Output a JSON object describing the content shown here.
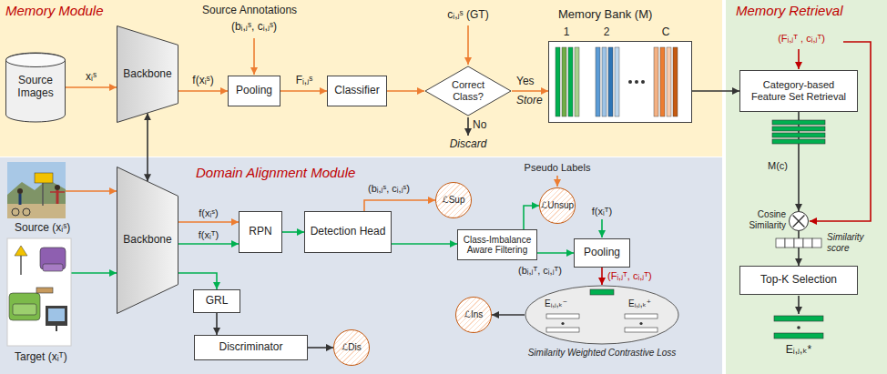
{
  "diagram": {
    "nodes": [
      {
        "text": [
          "Memory Module"
        ]
      },
      {
        "text": [
          "Source Images"
        ],
        "in": 0
      },
      {
        "text": [
          "Backbone"
        ],
        "in": 0
      },
      {
        "text": [
          "Pooling"
        ],
        "in": 0
      },
      {
        "text": [
          "Classifier"
        ],
        "in": 0
      },
      {
        "text": [
          "Correct Class?"
        ],
        "in": 0
      },
      {
        "text": [
          "Memory Bank (M)"
        ],
        "in": 0
      },
      {
        "text": [
          "Domain Alignment Module"
        ]
      },
      {
        "text": [
          "Source (xᵢˢ)"
        ],
        "in": 7
      },
      {
        "text": [
          "Target (xᵢᵀ)"
        ],
        "in": 7
      },
      {
        "text": [
          "Backbone"
        ],
        "in": 7
      },
      {
        "text": [
          "RPN"
        ],
        "in": 7
      },
      {
        "text": [
          "Detection Head"
        ],
        "in": 7
      },
      {
        "text": [
          "ℒSup"
        ],
        "in": 7
      },
      {
        "text": [
          "GRL"
        ],
        "in": 7
      },
      {
        "text": [
          "Discriminator"
        ],
        "in": 7
      },
      {
        "text": [
          "ℒDis"
        ],
        "in": 7
      },
      {
        "text": [
          "Class-Imbalance Aware Filtering"
        ],
        "in": 7
      },
      {
        "text": [
          "ℒUnsup"
        ],
        "in": 7
      },
      {
        "text": [
          "Pooling"
        ],
        "in": 7
      },
      {
        "text": [
          "Similarity Weighted Contrastive Loss"
        ],
        "in": 7
      },
      {
        "text": [
          "ℒIns"
        ],
        "in": 7
      },
      {
        "text": [
          "Memory Retrieval"
        ]
      },
      {
        "text": [
          "Category-based Feature Set Retrieval"
        ],
        "in": 22
      },
      {
        "text": [
          "Cosine Similarity"
        ],
        "in": 22
      },
      {
        "text": [
          "Top-K Selection"
        ],
        "in": 22
      }
    ],
    "edges": [
      {
        "from": 1,
        "to": 2,
        "arrow": "to",
        "label": "xᵢˢ"
      },
      {
        "from": 2,
        "to": 3,
        "arrow": "to",
        "label": "f(xᵢˢ)"
      },
      {
        "from": 3,
        "to": 4,
        "arrow": "to",
        "label": "Fᵢ,ⱼˢ"
      },
      {
        "from": 4,
        "to": 5,
        "arrow": "to"
      },
      {
        "from": 5,
        "to": 6,
        "arrow": "to",
        "label": "Yes"
      },
      {
        "from": 2,
        "to": 10,
        "arrow": "both"
      },
      {
        "from": 6,
        "to": 23,
        "arrow": "to"
      },
      {
        "from": 8,
        "to": 10,
        "arrow": "to"
      },
      {
        "from": 9,
        "to": 10,
        "arrow": "to"
      },
      {
        "from": 10,
        "to": 11,
        "arrow": "to",
        "label": "f(xᵢˢ)"
      },
      {
        "from": 10,
        "to": 11,
        "arrow": "to",
        "label": "f(xᵢᵀ)"
      },
      {
        "from": 11,
        "to": 12,
        "arrow": "to"
      },
      {
        "from": 12,
        "to": 13,
        "arrow": "to",
        "label": "(bᵢ,ⱼˢ, cᵢ,ⱼˢ)"
      },
      {
        "from": 12,
        "to": 17,
        "arrow": "to"
      },
      {
        "from": 10,
        "to": 14,
        "arrow": "to"
      },
      {
        "from": 14,
        "to": 15,
        "arrow": "to"
      },
      {
        "from": 15,
        "to": 16,
        "arrow": "to"
      },
      {
        "from": 17,
        "to": 18,
        "arrow": "to"
      },
      {
        "from": 17,
        "to": 19,
        "arrow": "to",
        "label": "(bᵢ,ⱼᵀ, cᵢ,ⱼᵀ)"
      },
      {
        "from": 19,
        "to": 20,
        "arrow": "to",
        "label": "(Fᵢ,ⱼᵀ, cᵢ,ⱼᵀ)"
      },
      {
        "from": 20,
        "to": 21,
        "arrow": "to"
      },
      {
        "from": 23,
        "to": 24,
        "arrow": "to",
        "label": "M(c)"
      },
      {
        "from": 24,
        "to": 25,
        "arrow": "to"
      }
    ],
    "labels": [
      "Source Annotations",
      "(bᵢ,ⱼˢ, cᵢ,ⱼˢ)",
      "cᵢ,ⱼˢ (GT)",
      "Store",
      "No",
      "Discard",
      "1",
      "2",
      "C",
      "Pseudo Labels",
      "f(xᵢᵀ)",
      "Eᵢ,ⱼ,ₖ⁻",
      "Eᵢ,ⱼ,ₖ⁺",
      "(Fᵢ,ⱼᵀ , cᵢ,ⱼᵀ)",
      "Similarity score",
      "Eᵢ,ⱼ,ₖ*"
    ]
  }
}
